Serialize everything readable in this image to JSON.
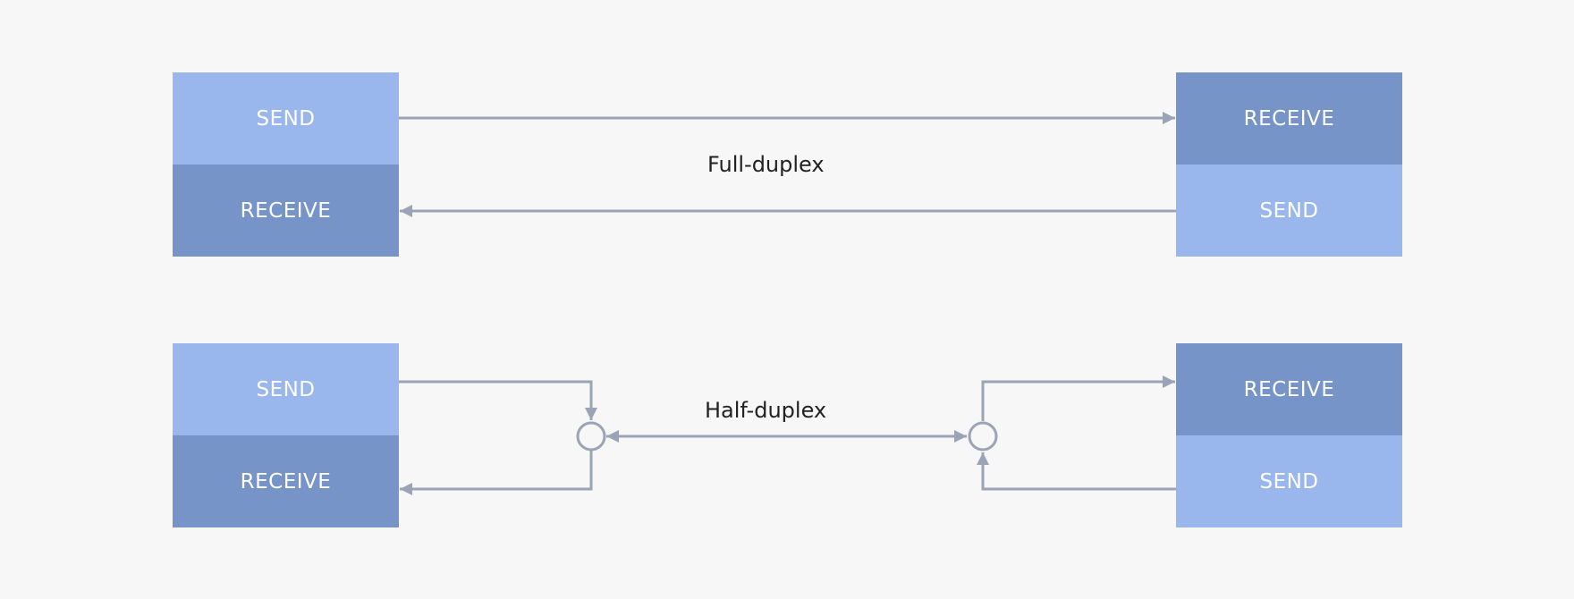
{
  "colors": {
    "background": "#f7f7f7",
    "send_box": "#99b7ec",
    "receive_box": "#7694c7",
    "connector": "#9aa4b6",
    "caption_text": "#222222"
  },
  "full_duplex": {
    "caption": "Full-duplex",
    "left": {
      "top_label": "SEND",
      "bottom_label": "RECEIVE"
    },
    "right": {
      "top_label": "RECEIVE",
      "bottom_label": "SEND"
    }
  },
  "half_duplex": {
    "caption": "Half-duplex",
    "left": {
      "top_label": "SEND",
      "bottom_label": "RECEIVE"
    },
    "right": {
      "top_label": "RECEIVE",
      "bottom_label": "SEND"
    }
  }
}
